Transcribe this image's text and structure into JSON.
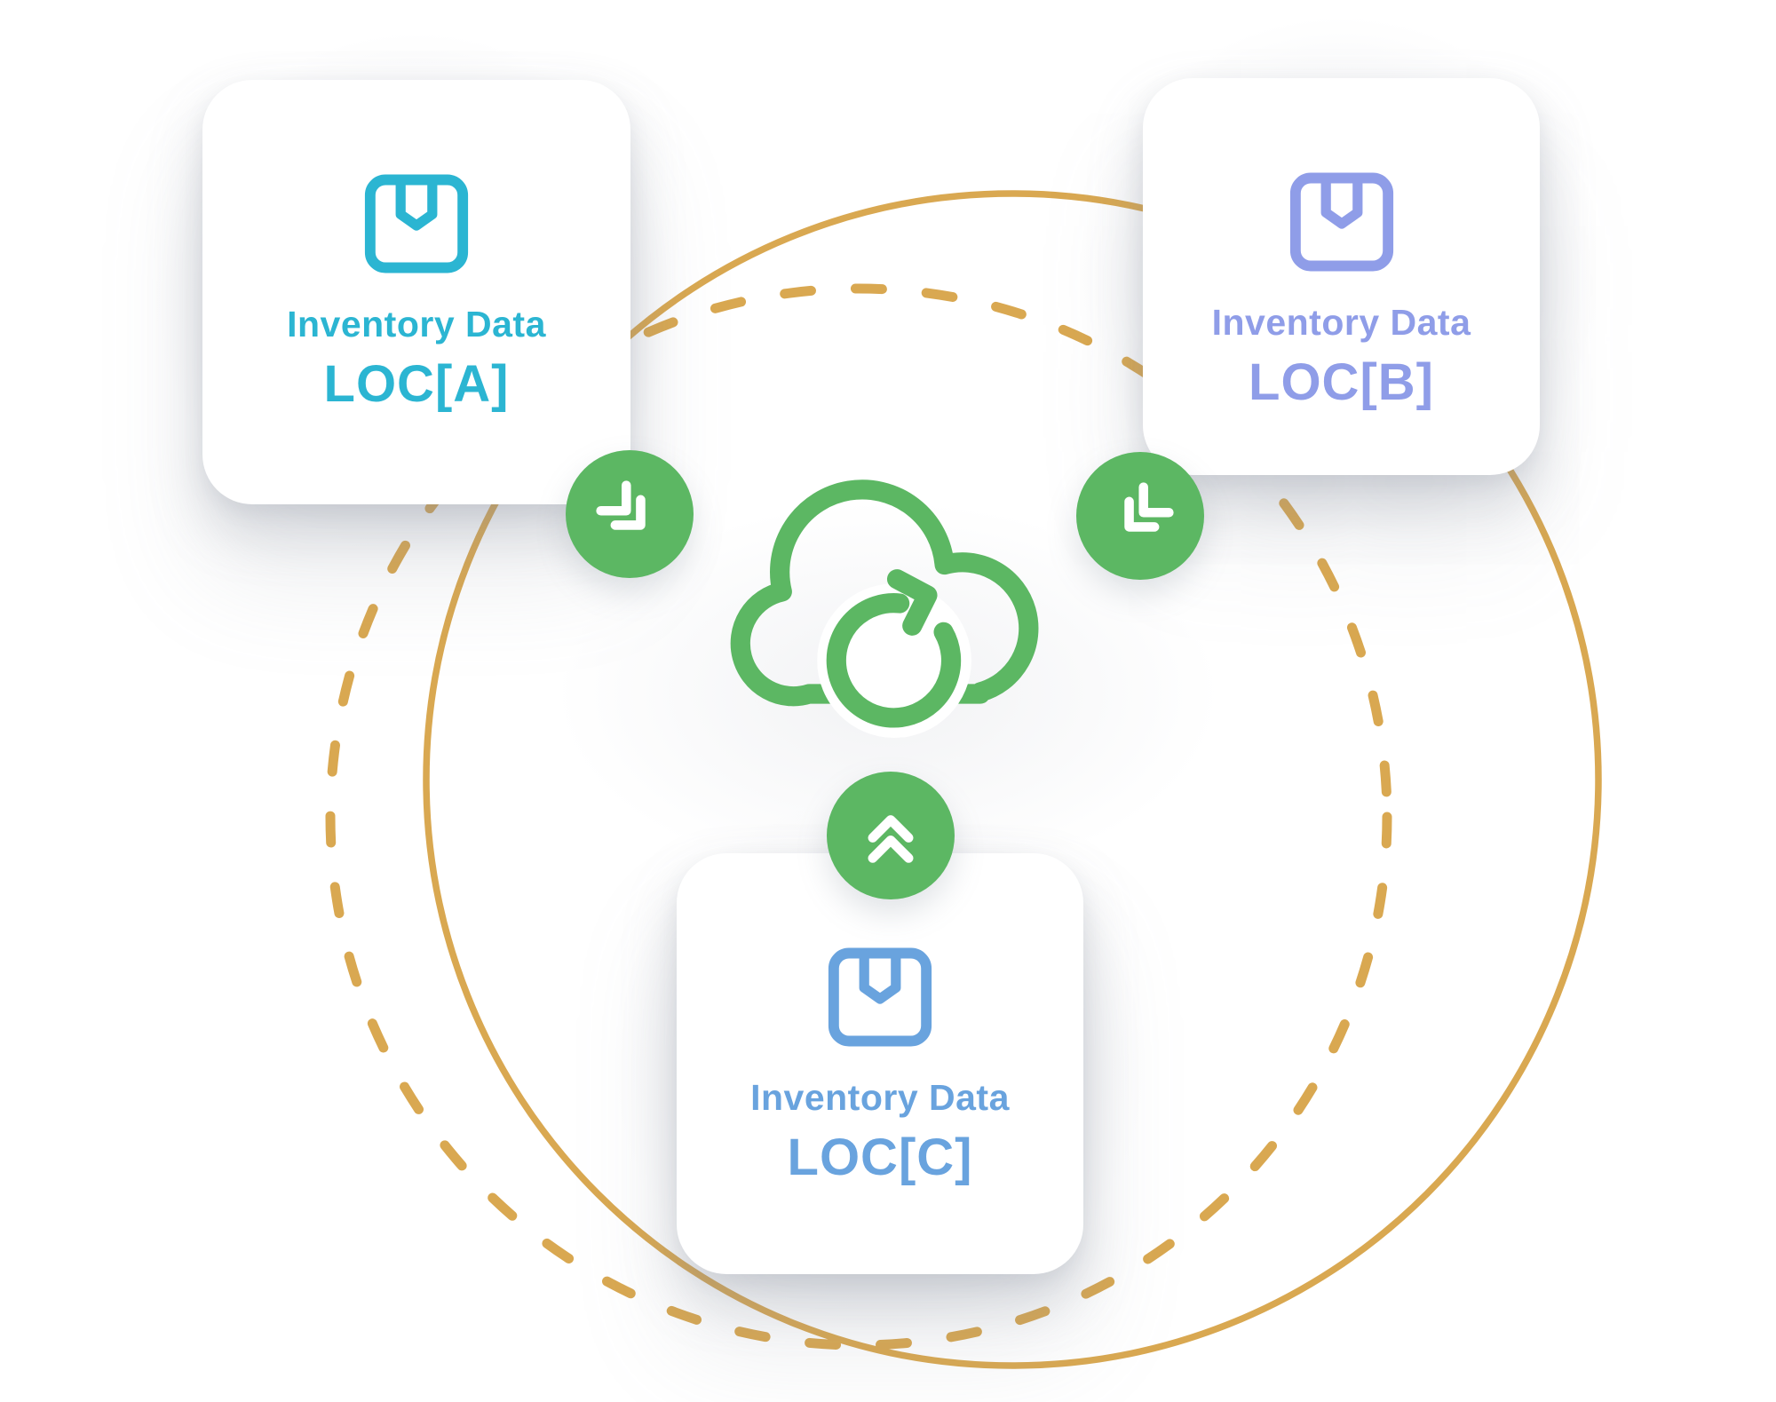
{
  "diagram": {
    "cards": [
      {
        "id": "a",
        "title": "Inventory Data",
        "location": "LOC[A]",
        "color": "#2BB5D2",
        "icon": "package-icon"
      },
      {
        "id": "b",
        "title": "Inventory Data",
        "location": "LOC[B]",
        "color": "#8F9DE8",
        "icon": "package-icon"
      },
      {
        "id": "c",
        "title": "Inventory Data",
        "location": "LOC[C]",
        "color": "#69A3DE",
        "icon": "package-icon"
      }
    ],
    "hub": {
      "icon": "cloud-sync-icon",
      "color": "#5CB763"
    },
    "connectors": [
      {
        "id": "a-to-hub",
        "icon": "chevron-double-down-right-icon",
        "direction": "down-right"
      },
      {
        "id": "b-to-hub",
        "icon": "chevron-double-down-left-icon",
        "direction": "down-left"
      },
      {
        "id": "c-to-hub",
        "icon": "chevron-double-up-icon",
        "direction": "up"
      }
    ],
    "orbits": {
      "solid_color": "#D9A851",
      "dashed_color": "#D9A851"
    }
  },
  "colors": {
    "cyan": "#2BB5D2",
    "periwinkle": "#8F9DE8",
    "blue": "#69A3DE",
    "green": "#5CB763",
    "gold": "#D9A851"
  }
}
